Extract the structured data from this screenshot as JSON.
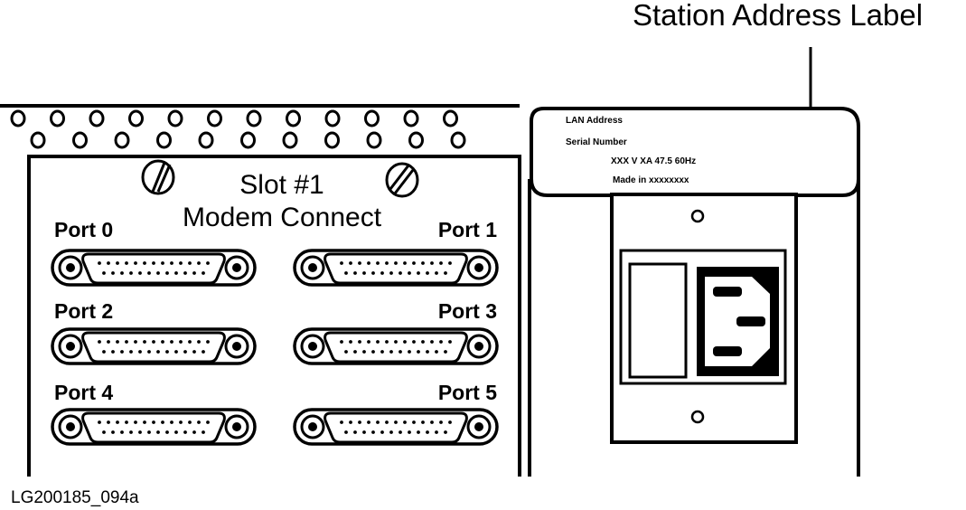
{
  "callout": {
    "text": "Station Address Label"
  },
  "slot": {
    "title": "Slot #1",
    "subtitle": "Modem Connect"
  },
  "ports": [
    {
      "label": "Port 0"
    },
    {
      "label": "Port 1"
    },
    {
      "label": "Port 2"
    },
    {
      "label": "Port 3"
    },
    {
      "label": "Port 4"
    },
    {
      "label": "Port 5"
    }
  ],
  "address_label": {
    "line1": "LAN Address",
    "line2": "Serial Number",
    "line3": "XXX V XA 47.5 60Hz",
    "line4": "Made in xxxxxxxx"
  },
  "figure_id": "LG200185_094a",
  "colors": {
    "ink": "#000000",
    "paper": "#ffffff"
  }
}
